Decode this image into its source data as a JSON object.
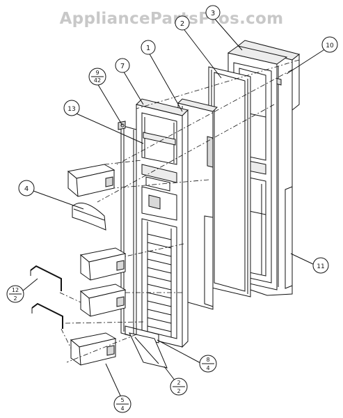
{
  "watermark": "AppliancePartsPros.com",
  "callouts": {
    "c1": {
      "top": "1"
    },
    "c2": {
      "top": "2"
    },
    "c3": {
      "top": "3"
    },
    "c10": {
      "top": "10"
    },
    "c7": {
      "top": "7"
    },
    "c9": {
      "top": "9",
      "bottom": "42"
    },
    "c13": {
      "top": "13"
    },
    "c4": {
      "top": "4"
    },
    "c11": {
      "top": "11"
    },
    "c12": {
      "top": "12",
      "bottom": "2"
    },
    "c8": {
      "top": "8",
      "bottom": "4"
    },
    "c22": {
      "top": "2",
      "bottom": "2"
    },
    "c5": {
      "top": "5",
      "bottom": "4"
    }
  }
}
